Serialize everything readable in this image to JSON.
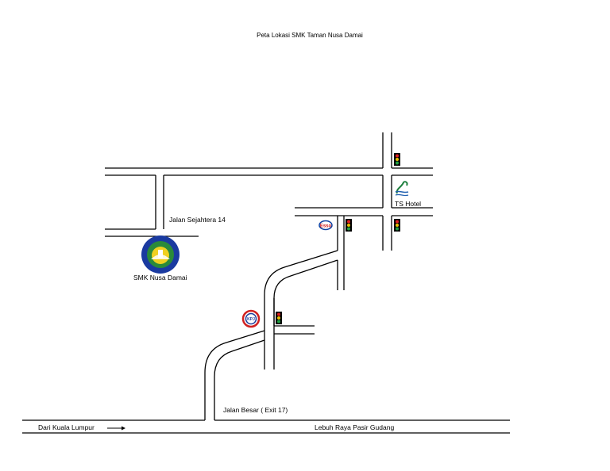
{
  "title": "Peta Lokasi SMK Taman Nusa Damai",
  "labels": {
    "jalan_sejahtera": "Jalan Sejahtera 14",
    "school": "SMK Nusa Damai",
    "hotel": "TS Hotel",
    "jalan_besar": "Jalan Besar ( Exit 17)",
    "from_kl": "Dari Kuala Lumpur",
    "highway": "Lebuh Raya Pasir Gudang",
    "esso": "Esso",
    "petrol_station": "KPJ"
  },
  "icons": {
    "traffic_light": "traffic-light-icon",
    "arrow": "right-arrow-icon",
    "school_logo": "school-logo-icon",
    "hotel_logo": "hotel-logo-icon",
    "esso_logo": "esso-logo-icon",
    "kpj_logo": "kpj-logo-icon"
  },
  "colors": {
    "road": "#000000",
    "light_red": "#e02020",
    "light_yellow": "#e8c000",
    "light_green": "#20a040",
    "school_blue": "#1a3aa0",
    "school_yellow": "#f0d020",
    "esso_red": "#d01010",
    "esso_blue": "#1040a0",
    "kpj_red": "#d02020",
    "kpj_blue": "#1a3a9a",
    "hotel_green": "#208040",
    "hotel_blue": "#2060b0"
  }
}
